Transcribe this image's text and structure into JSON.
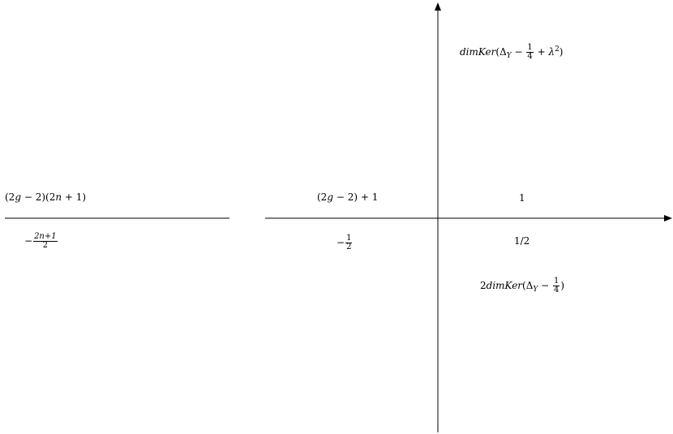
{
  "diagram": {
    "stroke_color": "#000000",
    "background": "#ffffff",
    "labels": {
      "top_right": {
        "dim": "dim",
        "ker": "Ker",
        "open": "(Δ",
        "sub": "Y",
        "minus": " − ",
        "num": "1",
        "den": "4",
        "plus": " + ",
        "lambda": "λ",
        "sup": "2",
        "close": ")"
      },
      "left_upper": {
        "p1": "(2",
        "g": "g",
        "p2": " − 2)(2",
        "n": "n",
        "p3": " + 1)"
      },
      "left_lower": {
        "minus": "−",
        "num": "2n+1",
        "den": "2"
      },
      "middle_upper": {
        "p1": "(2",
        "g": "g",
        "p2": " − 2) + 1"
      },
      "middle_lower": {
        "minus": "−",
        "num": "1",
        "den": "2"
      },
      "right_upper": "1",
      "right_lower": "1/2",
      "bottom_right": {
        "two": "2",
        "dim": "dim",
        "ker": "Ker",
        "open": "(Δ",
        "sub": "Y",
        "minus": " − ",
        "num": "1",
        "den": "4",
        "close": ")"
      }
    }
  }
}
